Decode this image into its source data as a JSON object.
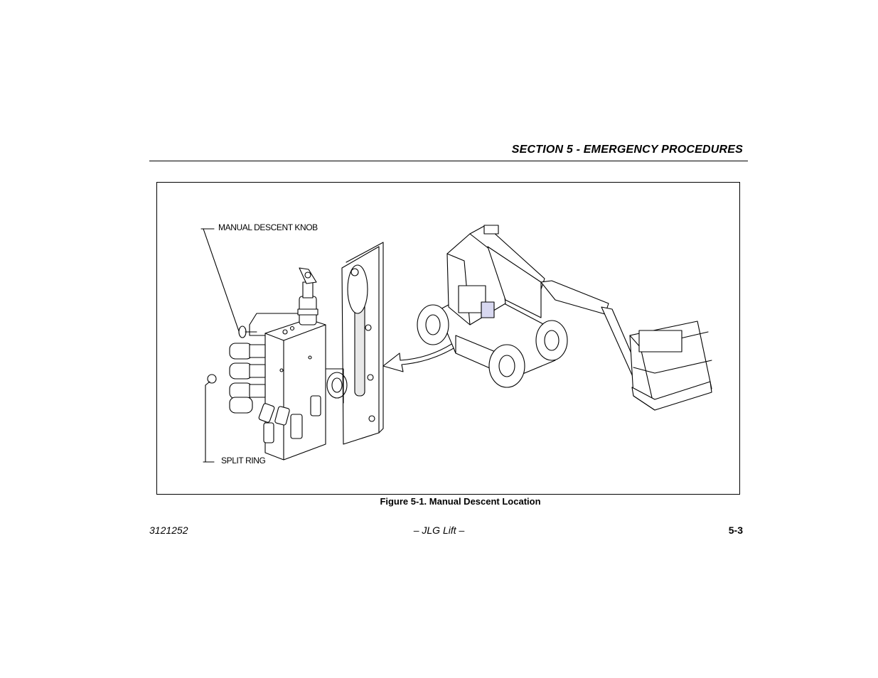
{
  "header": {
    "section_title": "SECTION 5 - EMERGENCY PROCEDURES"
  },
  "figure": {
    "callouts": {
      "manual_descent_knob": "MANUAL DESCENT KNOB",
      "split_ring": "SPLIT RING"
    },
    "caption": "Figure 5-1. Manual Descent Location"
  },
  "footer": {
    "doc_number": "3121252",
    "publisher": "– JLG Lift –",
    "page_number": "5-3"
  }
}
